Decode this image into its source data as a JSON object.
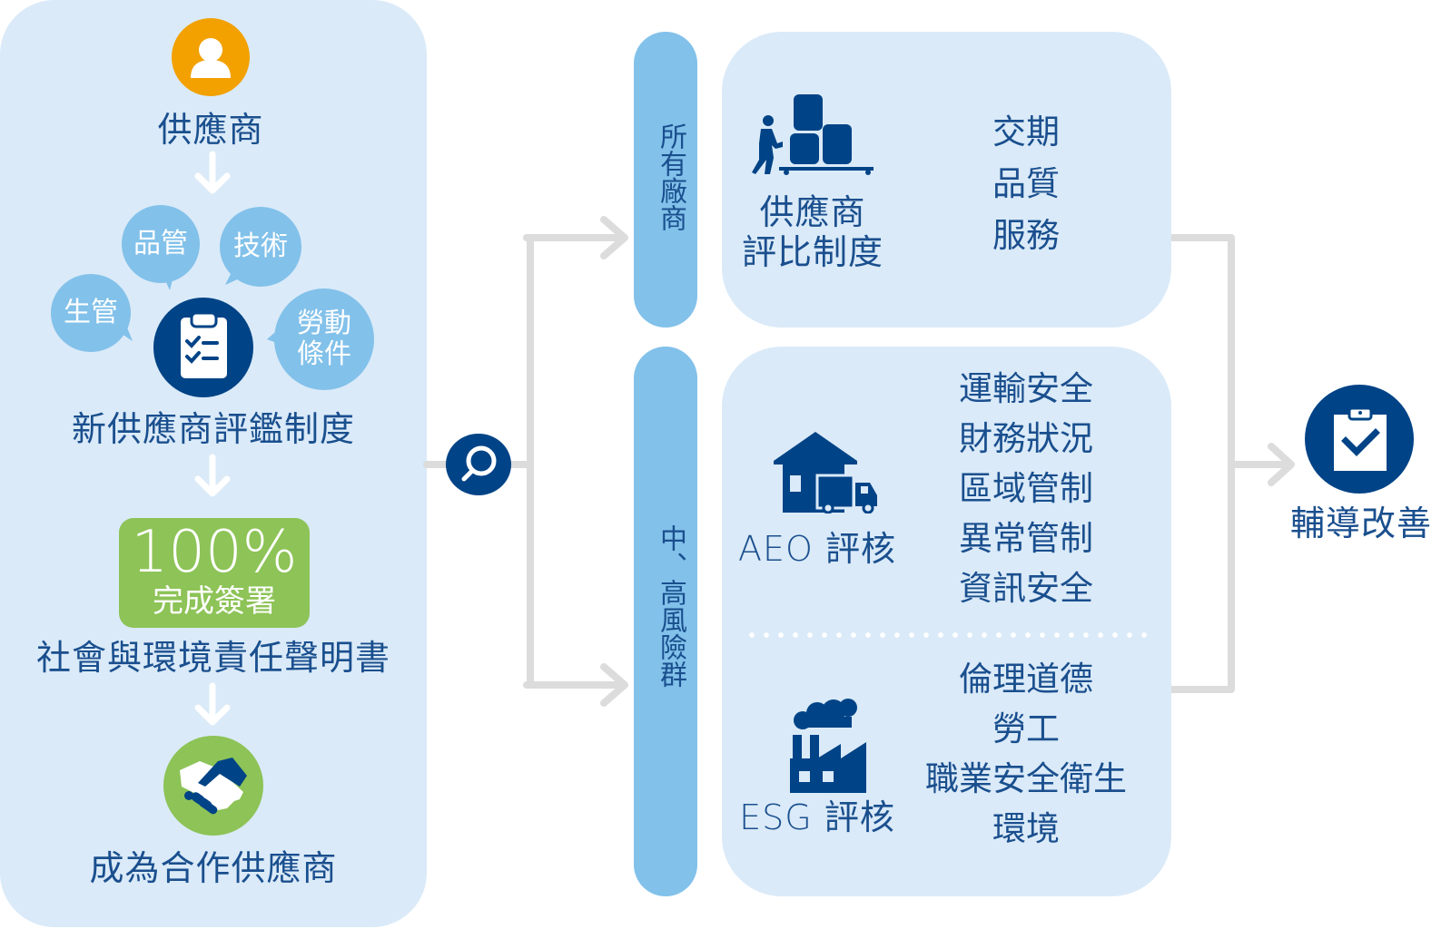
{
  "left_panel": {
    "supplier_label": "供應商",
    "bubbles": {
      "quality": "品管",
      "technology": "技術",
      "production": "生管",
      "labor": "勞動條件"
    },
    "new_supplier_system": "新供應商評鑑制度",
    "badge_percent": "100%",
    "badge_caption": "完成簽署",
    "declaration": "社會與環境責任聲明書",
    "become_partner": "成為合作供應商"
  },
  "middle": {
    "all_vendors": "所有廠商",
    "high_risk": "中、高風險群"
  },
  "card_rating": {
    "title_line1": "供應商",
    "title_line2": "評比制度",
    "items": [
      "交期",
      "品質",
      "服務"
    ]
  },
  "card_aeo": {
    "title": "AEO 評核",
    "items": [
      "運輸安全",
      "財務狀況",
      "區域管制",
      "異常管制",
      "資訊安全"
    ]
  },
  "card_esg": {
    "title": "ESG 評核",
    "items": [
      "倫理道德",
      "勞工",
      "職業安全衛生",
      "環境"
    ]
  },
  "result": {
    "label": "輔導改善"
  },
  "colors": {
    "navy": "#004386",
    "card_bg": "#daeaf8",
    "pill_bg": "#82c1ea",
    "green": "#8dc357",
    "orange": "#f2a100",
    "connector": "#dcdcdc"
  }
}
